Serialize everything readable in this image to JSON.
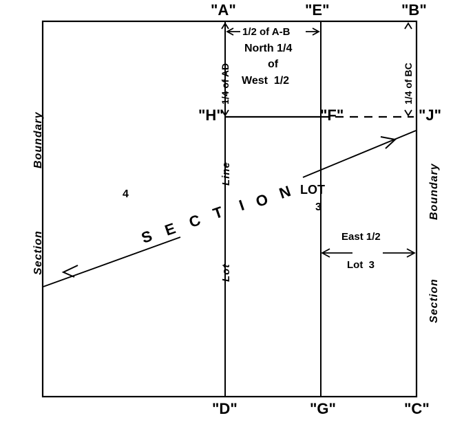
{
  "diagram": {
    "title": "Section subdivision plat diagram",
    "line_color": "#000000",
    "background": "#ffffff"
  },
  "corner_labels": {
    "a": "\"A\"",
    "e": "\"E\"",
    "b": "\"B\"",
    "h": "\"H\"",
    "f": "\"F\"",
    "j": "\"J\"",
    "d": "\"D\"",
    "g": "\"G\"",
    "c": "\"C\""
  },
  "dimensions": {
    "half_ab": "1/2 of A-B",
    "quarter_ad": "1/4 of AD",
    "quarter_bc": "1/4 of BC",
    "east_half": "East 1/2",
    "east_half_lot": "Lot  3"
  },
  "parcel_labels": {
    "north_quarter": "North 1/4",
    "of": "of",
    "west_half": "West  1/2",
    "lot": "LOT",
    "lot_number": "3",
    "section_number": "4"
  },
  "boundary_labels": {
    "left_boundary": "Boundary",
    "left_section": "Section",
    "right_boundary": "Boundary",
    "right_section": "Section",
    "lot_line_upper": "Line",
    "lot_line_lower": "Lot"
  },
  "arc_word": {
    "text": "SECTION",
    "letters": [
      "S",
      "E",
      "C",
      "T",
      "I",
      "O",
      "N"
    ]
  }
}
